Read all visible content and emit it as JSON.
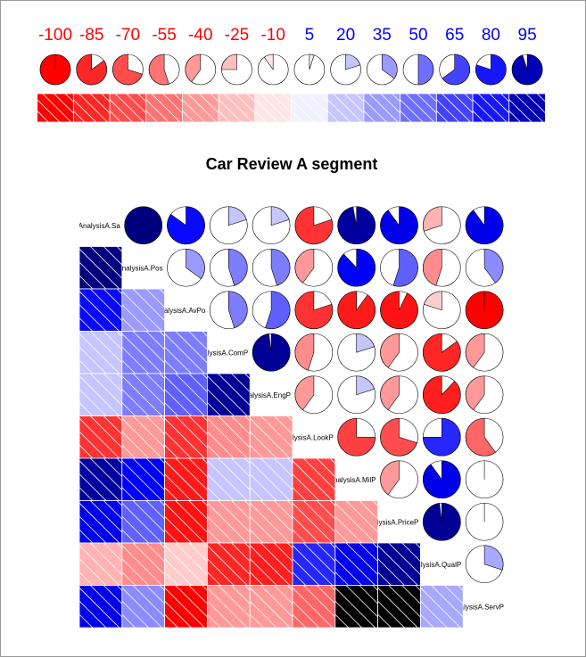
{
  "chart_data": {
    "type": "heatmap",
    "title": "Car Review A segment",
    "variables": [
      "CarReviewAnalysisA.Sa",
      "CarReviewAnalysisA.Pos",
      "CarReviewAnalysisA.AvPo",
      "CarReviewAnalysisA.ComP",
      "CarReviewAnalysisA.EngP",
      "CarReviewAnalysisA.LookP",
      "CarReviewAnalysisA.MilP",
      "CarReviewAnalysisA.PriceP",
      "CarReviewAnalysisA.QualP",
      "CarReviewAnalysisA.ServP"
    ],
    "correlations": [
      [
        1.0,
        0.85,
        0.2,
        0.2,
        -0.8,
        0.97,
        0.9,
        -0.3,
        0.9
      ],
      [
        0.35,
        0.45,
        0.45,
        -0.4,
        0.88,
        0.55,
        -0.45,
        0.4
      ],
      [
        0.45,
        0.55,
        -0.8,
        -0.9,
        -0.93,
        -0.2,
        -1.0
      ],
      [
        0.98,
        -0.45,
        0.2,
        -0.4,
        -0.85,
        -0.4
      ],
      [
        -0.4,
        0.2,
        -0.4,
        -0.88,
        -0.4
      ],
      [
        -0.75,
        -0.7,
        0.75,
        -0.6
      ],
      [
        -0.4,
        0.9
      ],
      [
        0.98
      ],
      [
        0.3
      ]
    ],
    "color_scale": {
      "legend_values": [
        -100,
        -85,
        -70,
        -55,
        -40,
        -25,
        -10,
        5,
        20,
        35,
        50,
        65,
        80,
        95
      ],
      "negative_color": "#ff0000",
      "positive_color": "#0000ff",
      "neutral_color": "#ffffff",
      "dark_positive_color": "#00007f"
    },
    "upper_panel": "pie",
    "lower_panel": "shade",
    "diagonal_panel": "variable names"
  }
}
